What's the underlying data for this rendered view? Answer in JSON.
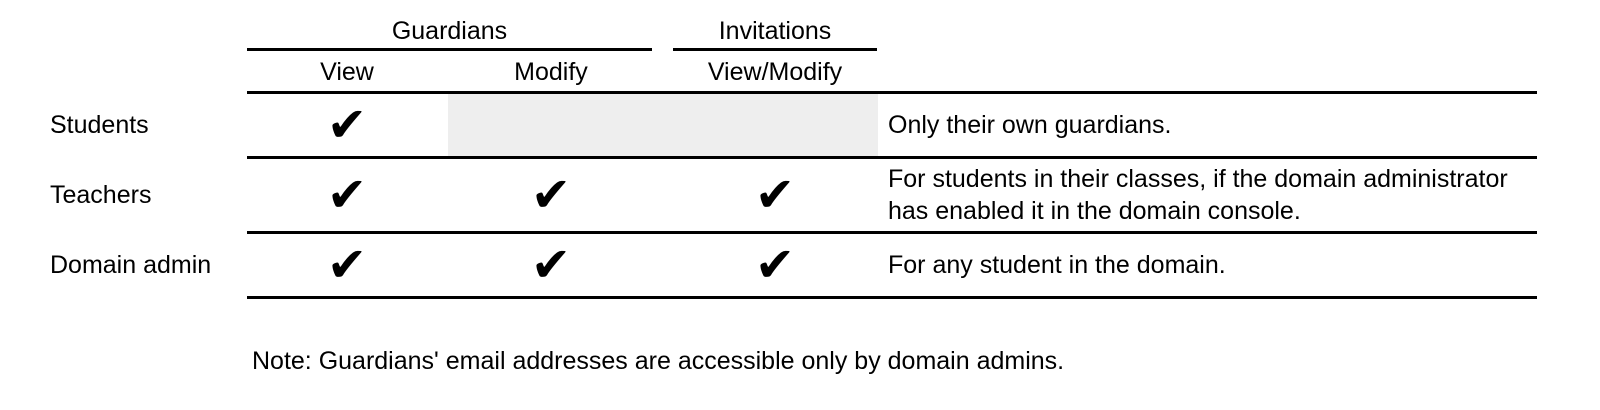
{
  "colors": {
    "background": "#ffffff",
    "text": "#000000",
    "rule": "#000000",
    "shaded_cell": "#eeeeee"
  },
  "table": {
    "groups": [
      {
        "label": "Guardians"
      },
      {
        "label": "Invitations"
      }
    ],
    "columns": [
      {
        "label": "View"
      },
      {
        "label": "Modify"
      },
      {
        "label": "View/Modify"
      }
    ],
    "check_glyph": "✔",
    "rows": [
      {
        "label": "Students",
        "cells": {
          "view": "✔",
          "modify": "",
          "invitations": ""
        },
        "modify_invitations_shaded": true,
        "note": "Only their own guardians."
      },
      {
        "label": "Teachers",
        "cells": {
          "view": "✔",
          "modify": "✔",
          "invitations": "✔"
        },
        "modify_invitations_shaded": false,
        "note": "For students in their classes, if the domain administrator has enabled it in the domain console."
      },
      {
        "label": "Domain admin",
        "cells": {
          "view": "✔",
          "modify": "✔",
          "invitations": "✔"
        },
        "modify_invitations_shaded": false,
        "note": "For any student in the domain."
      }
    ]
  },
  "footnote": "Note: Guardians' email addresses are accessible only by domain admins."
}
